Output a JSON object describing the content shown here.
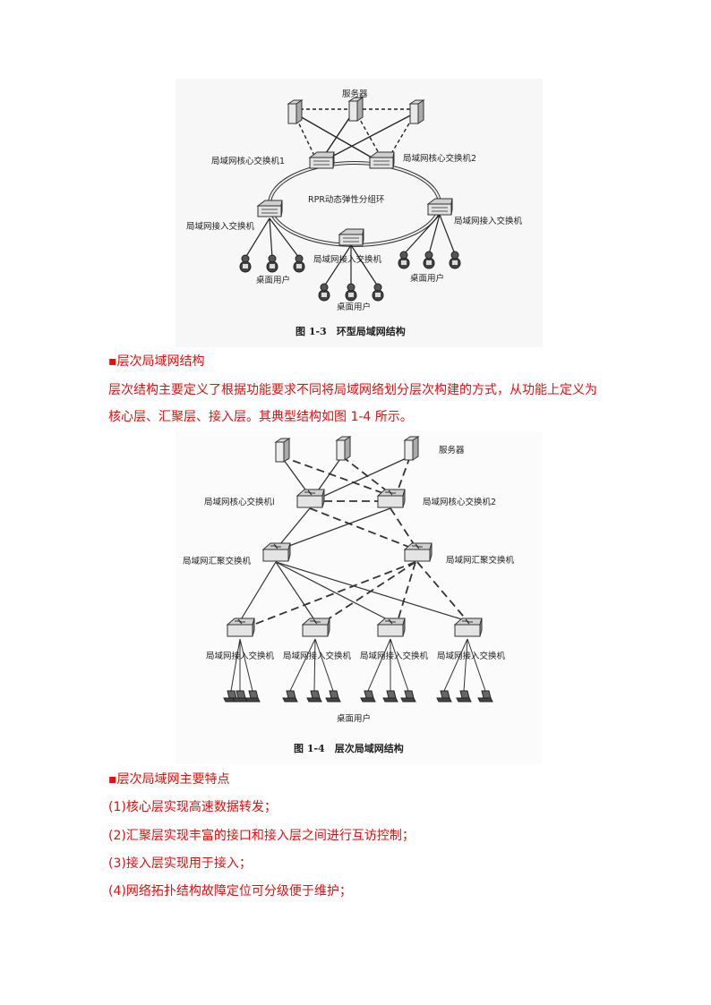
{
  "figure13": {
    "servers": "服务器",
    "core1": "局域网核心交换机1",
    "core2": "局域网核心交换机2",
    "ring": "RPR动态弹性分组环",
    "access_left": "局域网接入交换机",
    "access_right": "局域网接入交换机",
    "access_bottom": "局域网接入交换机",
    "users_left": "桌面用户",
    "users_right": "桌面用户",
    "users_bottom": "桌面用户",
    "caption": "图 1-3　环型局域网结构"
  },
  "section1": {
    "heading": "▪层次局域网结构",
    "para_line1": "层次结构主要定义了根据功能要求不同将局域网络划分层次构建的方式，从功能上定义为",
    "para_line2": "核心层、汇聚层、接入层。其典型结构如图 1-4 所示。"
  },
  "figure14": {
    "servers": "服务器",
    "core1": "局域网核心交换机l",
    "core2": "局域网核心交换机2",
    "agg1": "局域网汇聚交换机",
    "agg2": "局域网汇聚交换机",
    "access": [
      "局域网接入交换机",
      "局域网接入交换机",
      "局域网接入交换机",
      "局域网接入交换机"
    ],
    "users": "桌面用户",
    "caption": "图 1-4　层次局域网结构"
  },
  "section2": {
    "heading": "▪层次局域网主要特点",
    "items": [
      "(1)核心层实现高速数据转发；",
      "(2)汇聚层实现丰富的接口和接入层之间进行互访控制；",
      "(3)接入层实现用于接入；",
      "(4)网络拓扑结构故障定位可分级便于维护；"
    ]
  }
}
